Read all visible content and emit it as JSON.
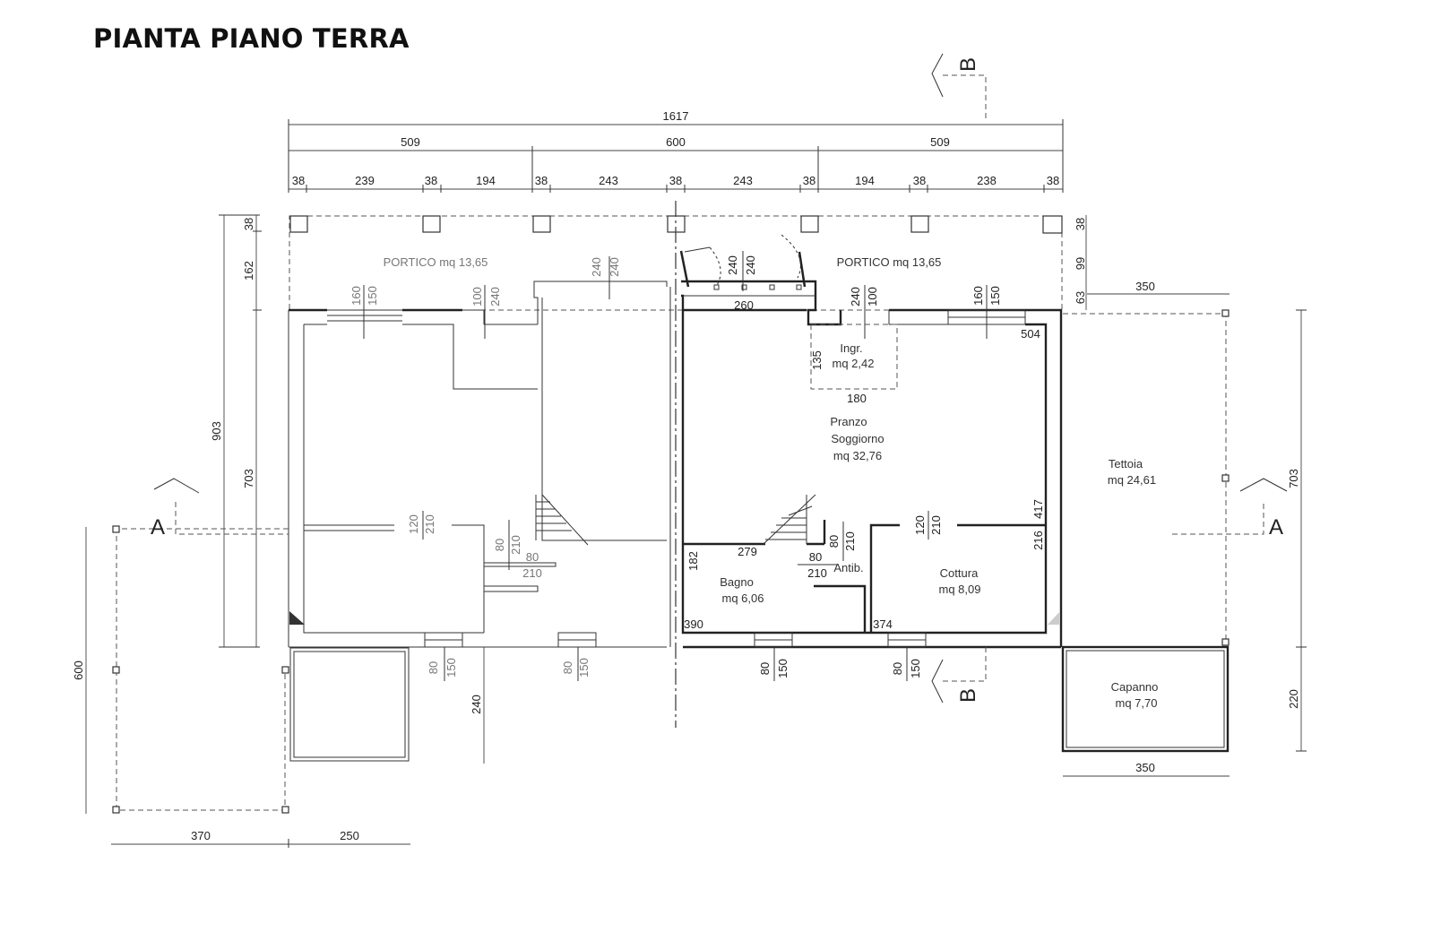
{
  "title": "PIANTA PIANO TERRA",
  "top_dims": {
    "total": "1617",
    "left": "509",
    "center": "600",
    "right": "509",
    "segments": [
      "38",
      "239",
      "38",
      "194",
      "38",
      "243",
      "38",
      "243",
      "38",
      "194",
      "38",
      "238",
      "38"
    ]
  },
  "left_dims": {
    "total": "903",
    "top1": "38",
    "top2": "162",
    "bottom": "703"
  },
  "right_dims": {
    "d1": "38",
    "d2": "99",
    "d3": "63",
    "d4": "703",
    "d5": "220",
    "tettoia_w": "350",
    "capanno_w": "350"
  },
  "annex_dims": {
    "height": "600",
    "w1": "370",
    "w2": "250",
    "v240": "240"
  },
  "rooms": {
    "portico_left": "PORTICO mq 13,65",
    "portico_right": "PORTICO mq 13,65",
    "ingresso_name": "Ingr.",
    "ingresso_area": "mq 2,42",
    "soggiorno_l1": "Pranzo",
    "soggiorno_l2": "Soggiorno",
    "soggiorno_area": "mq  32,76",
    "bagno_name": "Bagno",
    "bagno_area": "mq  6,06",
    "antibagno": "Antib.",
    "cottura_name": "Cottura",
    "cottura_area": "mq  8,09",
    "tettoia_name": "Tettoia",
    "tettoia_area": "mq 24,61",
    "capanno_name": "Capanno",
    "capanno_area": "mq  7,70"
  },
  "openings": {
    "w160": "160",
    "w150": "150",
    "w100": "100",
    "w240": "240",
    "w120": "120",
    "w210": "210",
    "w80": "80",
    "d260": "260",
    "d135": "135",
    "d180": "180",
    "d279": "279",
    "d182": "182",
    "d390": "390",
    "d374": "374",
    "d504": "504",
    "d417": "417",
    "d216": "216"
  },
  "sections": {
    "a": "A",
    "b": "B"
  },
  "colors": {
    "line": "#222222",
    "background": "#ffffff"
  }
}
